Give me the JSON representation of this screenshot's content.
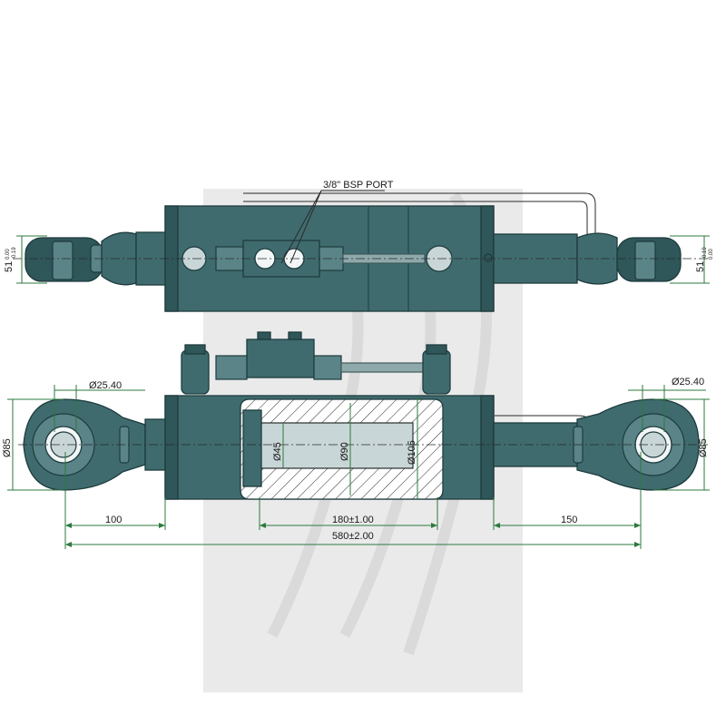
{
  "labels": {
    "port": "3/8\" BSP PORT",
    "pin_left": "Ø25.40",
    "pin_right": "Ø25.40",
    "eye_left": "Ø85",
    "eye_right": "Ø85",
    "width_left": "51",
    "width_left_tol_top": "0.00",
    "width_left_tol_bottom": "-0.19",
    "width_right": "51",
    "width_right_tol_top": "-0.19",
    "width_right_tol_bottom": "0.00",
    "rod_dia": "Ø45",
    "bore_dia": "Ø90",
    "outer_dia": "Ø105",
    "dim_left": "100",
    "dim_stroke": "180±1.00",
    "dim_right": "150",
    "dim_total": "580±2.00"
  },
  "colors": {
    "body": "#3f6b6e",
    "dimension": "#2c7a3e",
    "watermark": "#d9d9d9"
  }
}
